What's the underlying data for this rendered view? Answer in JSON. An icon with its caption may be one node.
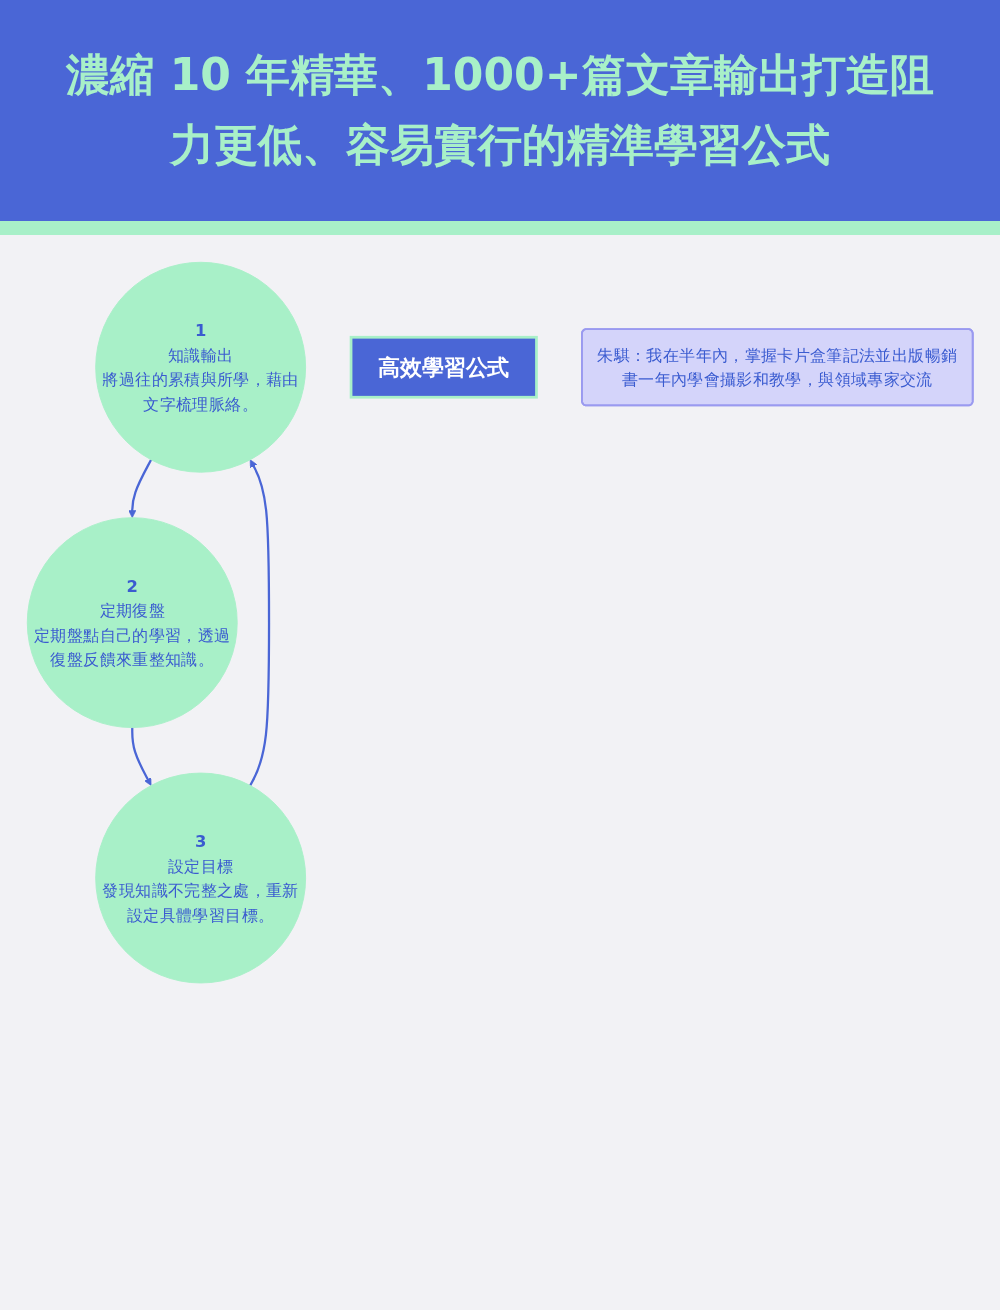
{
  "diagram": {
    "title": "濃縮 10 年精華、1000+篇文章輸出打造阻力更低、容易實行的精準學習公式",
    "nodes": [
      {
        "text": [
          "1",
          "知識輸出",
          "將過往的累積與所學，藉由文字梳理脈絡。"
        ]
      },
      {
        "text": [
          "2",
          "定期復盤",
          "定期盤點自己的學習，透過復盤反饋來重整知識。"
        ]
      },
      {
        "text": [
          "3",
          "設定目標",
          "發現知識不完整之處，重新設定具體學習目標。"
        ]
      },
      {
        "text": [
          "高效學習公式"
        ]
      },
      {
        "text": [
          "朱騏：我在半年內，掌握卡片盒筆記法並出版暢銷書一年內學會攝影和教學，與領域專家交流"
        ]
      }
    ],
    "edges": [
      {
        "from": 0,
        "to": 1,
        "arrow": "to"
      },
      {
        "from": 1,
        "to": 2,
        "arrow": "to"
      },
      {
        "from": 2,
        "to": 0,
        "arrow": "to"
      }
    ]
  }
}
